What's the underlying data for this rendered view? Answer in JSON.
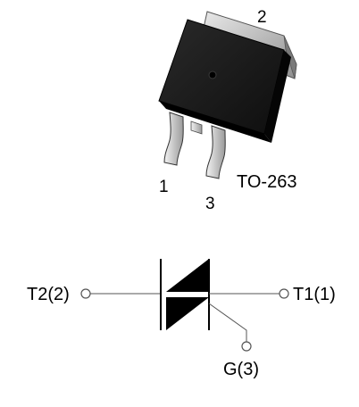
{
  "package": {
    "name": "TO-263",
    "pins": {
      "tab": "2",
      "left": "1",
      "right": "3"
    }
  },
  "symbol": {
    "terminals": {
      "t2": "T2(2)",
      "t1": "T1(1)",
      "gate": "G(3)"
    }
  }
}
